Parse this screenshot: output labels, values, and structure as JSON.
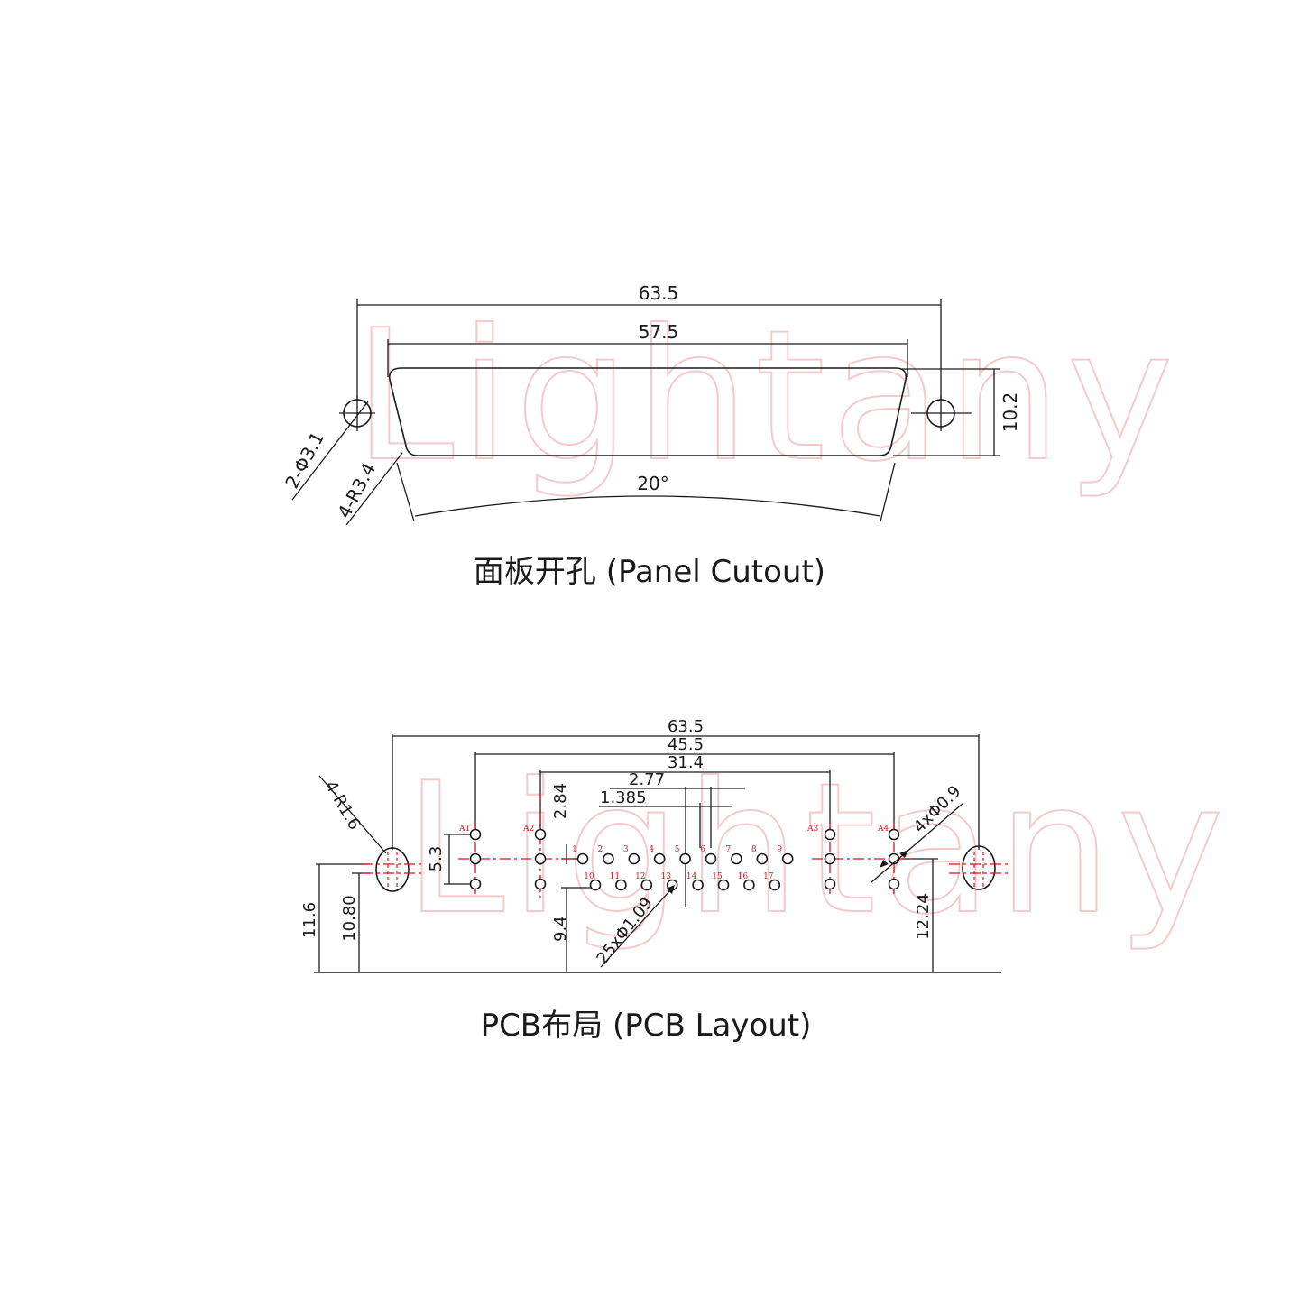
{
  "watermark": "Lightany",
  "panel_cutout": {
    "caption": "面板开孔 (Panel Cutout)",
    "dim_overall": "63.5",
    "dim_inner": "57.5",
    "dim_height": "10.2",
    "dim_angle": "20°",
    "dim_hole": "2-Φ3.1",
    "dim_radius": "4-R3.4"
  },
  "pcb_layout": {
    "caption": "PCB布局 (PCB Layout)",
    "dim_overall": "63.5",
    "dim_mount": "45.5",
    "dim_row": "31.4",
    "dim_pitch": "2.77",
    "dim_half_pitch": "1.385",
    "dim_row_gap": "2.84",
    "dim_mount_spacing": "5.3",
    "dim_h1": "11.6",
    "dim_h2": "10.80",
    "dim_h3": "9.4",
    "dim_h4": "12.24",
    "dim_radius": "4-R1.6",
    "dim_mount_holes": "4xΦ0.9",
    "dim_signal_holes": "25xΦ1.09",
    "mount_labels": [
      "A1",
      "A2",
      "A3",
      "A4"
    ],
    "pins_top": [
      "1",
      "2",
      "3",
      "4",
      "5",
      "6",
      "7",
      "8",
      "9"
    ],
    "pins_bottom": [
      "10",
      "11",
      "12",
      "13",
      "14",
      "15",
      "16",
      "17"
    ]
  },
  "colors": {
    "line": "#1a1a1a",
    "center": "#e0101a",
    "watermark": "#f6c9c9"
  }
}
